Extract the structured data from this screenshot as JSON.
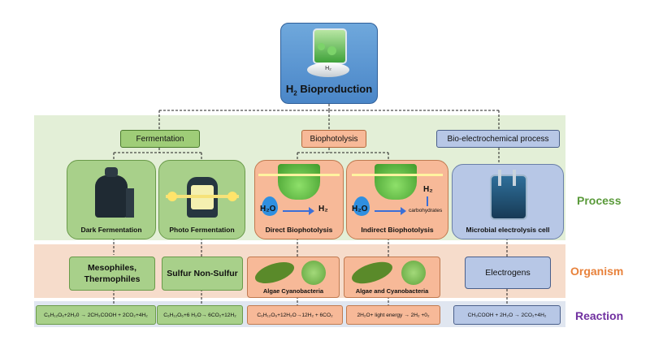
{
  "title": {
    "h": "H",
    "sub": "2",
    "rest": " Bioproduction",
    "jar_label": "H₂"
  },
  "headers": {
    "fermentation": "Fermentation",
    "biophotolysis": "Biophotolysis",
    "bioelectro": "Bio-electrochemical process"
  },
  "panels": {
    "dark": "Dark Fermentation",
    "photo": "Photo Fermentation",
    "direct": "Direct Biophotolysis",
    "indirect": "Indirect Biophotolysis",
    "mec": "Microbial electrolysis cell"
  },
  "bio_labels": {
    "h2o": "H₂O",
    "h2": "H₂",
    "carbohydrates": "carbohydrates"
  },
  "organisms": {
    "meso": "Mesophiles, Thermophiles",
    "sulfur": "Sulfur Non-Sulfur",
    "algae1": "Algae Cyanobacteria",
    "algae2": "Algae and Cyanobacteria",
    "electrogens": "Electrogens"
  },
  "reactions": {
    "r1": "C₆H₁₂O₆+2H₂0 → 2CH₃COOH + 2CO₂+4H₂",
    "r2": "C₆H₁₂O₆+6 H₂O→ 6CO₂+12H₂",
    "r3": "C₆H₁₂O₆+12H₂O→12H₂ + 6CO₂",
    "r4": "2H₂O+ light energy → 2H₂ +0₂",
    "r5": "CH₃COOH + 2H₂O → 2CO₂+4H₂"
  },
  "side_labels": {
    "process": "Process",
    "organism": "Organism",
    "reaction": "Reaction"
  },
  "colors": {
    "process_band": "#e3efd7",
    "organism_band": "#f6dccb",
    "reaction_band": "#e0e6f0",
    "green_box": "#9fcd78",
    "orange_box": "#f7b998",
    "blue_box": "#b7c7e6",
    "process_text": "#5a9a3a",
    "organism_text": "#e8823c",
    "reaction_text": "#7030a0"
  }
}
